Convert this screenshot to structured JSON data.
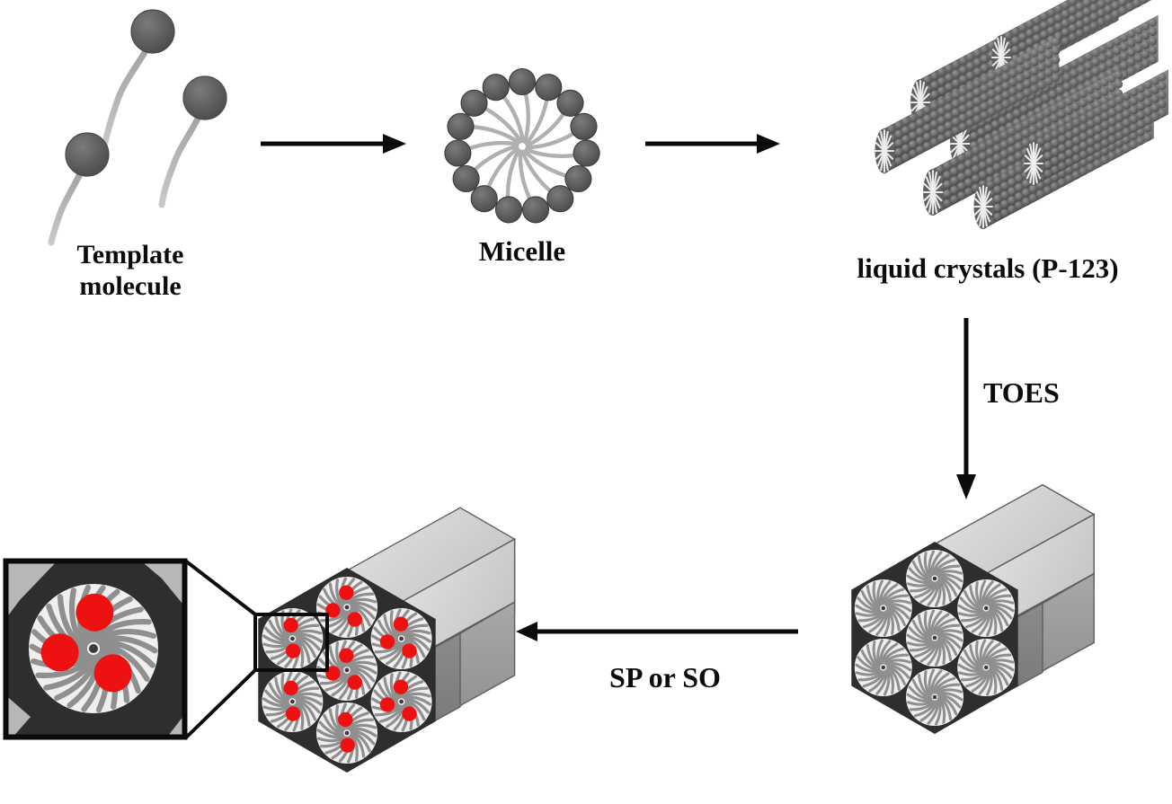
{
  "figure": {
    "kind": "schematic-diagram",
    "subject": "Synthesis route of mesoporous SBA-15 silica with embedded nanoparticles",
    "background_color": "#ffffff"
  },
  "palette": {
    "head_group_gray": "#5a5a5a",
    "head_group_stroke": "#3a3a3a",
    "tail_gray": "#b0b0b0",
    "rod_gray": "#6e6e6e",
    "rod_gray_dark": "#4f4f4f",
    "rod_tail_white": "#f0f0f0",
    "wall_dark": "#2e2e2e",
    "pore_light": "#efefef",
    "pore_spiral_gray": "#8f8f8f",
    "block_top_light": "#d9d9d9",
    "block_side_mid": "#9e9e9e",
    "block_side_dark": "#7a7a7a",
    "nanoparticle_red": "#ee1111",
    "arrow_black": "#0b0b0b",
    "text_black": "#0b0b0b"
  },
  "labels": {
    "template_molecule": "Template\nmolecule",
    "micelle": "Micelle",
    "liquid_crystals": "liquid crystals (P-123)",
    "toes": "TOES",
    "sp_or_so": "SP or SO"
  },
  "steps": [
    {
      "id": "step-1",
      "name": "template-molecule",
      "label": "Template\nmolecule",
      "order": 1
    },
    {
      "id": "step-2",
      "name": "micelle",
      "label": "Micelle",
      "order": 2
    },
    {
      "id": "step-3",
      "name": "liquid-crystals",
      "label": "liquid crystals (P-123)",
      "order": 3
    },
    {
      "id": "step-4",
      "name": "mesoporous-silica-block",
      "label": "",
      "order": 4
    },
    {
      "id": "step-5",
      "name": "loaded-mesoporous-silica-block",
      "label": "",
      "order": 5
    }
  ],
  "arrows": [
    {
      "id": "arrow-1",
      "name": "arrow-template-to-micelle",
      "direction": "right",
      "label": ""
    },
    {
      "id": "arrow-2",
      "name": "arrow-micelle-to-liquid-crystals",
      "direction": "right",
      "label": ""
    },
    {
      "id": "arrow-3",
      "name": "arrow-liquid-crystals-to-silica",
      "direction": "down",
      "label": "TOES"
    },
    {
      "id": "arrow-4",
      "name": "arrow-silica-to-loaded-silica",
      "direction": "left",
      "label": "SP or SO"
    }
  ],
  "structures": {
    "template_molecules": {
      "count": 3,
      "description": "surfactant molecules, dark gray circular head with curved light gray tail"
    },
    "micelle": {
      "head_count": 15,
      "description": "circular arrangement of head groups with tails pointing to the centre"
    },
    "liquid_crystals": {
      "rod_count": 7,
      "description": "hexagonally packed cylindrical micelle rods built from gray spheres, white radial tails at the open ends"
    },
    "silica_block": {
      "pore_count": 7,
      "description": "hexagonal mesoporous block, 7 channels in hexagonal close packing, dark silica walls, light spiral pore interiors"
    },
    "loaded_silica_block": {
      "pore_count": 7,
      "nanoparticles_per_pore": [
        3,
        3,
        3,
        3,
        2,
        2,
        2
      ],
      "nanoparticle_color": "#ee1111",
      "description": "same block after loading with red nanoparticles inside the pore channels"
    },
    "inset": {
      "name": "magnified-pore-inset",
      "nanoparticle_count": 3,
      "border_color": "#0b0b0b",
      "description": "zoom box on a single pore of the loaded block showing three red nanoparticles among the spiral channel walls"
    }
  }
}
